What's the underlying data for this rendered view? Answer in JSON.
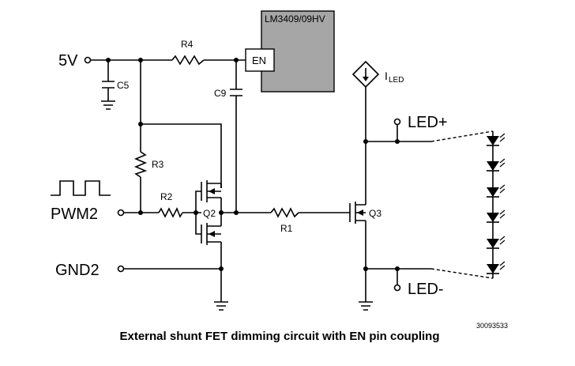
{
  "labels": {
    "vin": "5V",
    "pwm": "PWM2",
    "gnd": "GND2",
    "led_plus": "LED+",
    "led_minus": "LED-",
    "ic": "LM3409/09HV",
    "en": "EN",
    "r4": "R4",
    "r3": "R3",
    "r2": "R2",
    "r1": "R1",
    "c5": "C5",
    "c9": "C9",
    "q2": "Q2",
    "q3": "Q3",
    "iled": "I",
    "iled_sub": "LED",
    "fig_id": "30093533",
    "caption": "External shunt FET dimming circuit with EN pin coupling"
  },
  "colors": {
    "ic_fill": "#a6a6a6",
    "line": "#000000",
    "background": "#ffffff"
  },
  "led_count": 6
}
